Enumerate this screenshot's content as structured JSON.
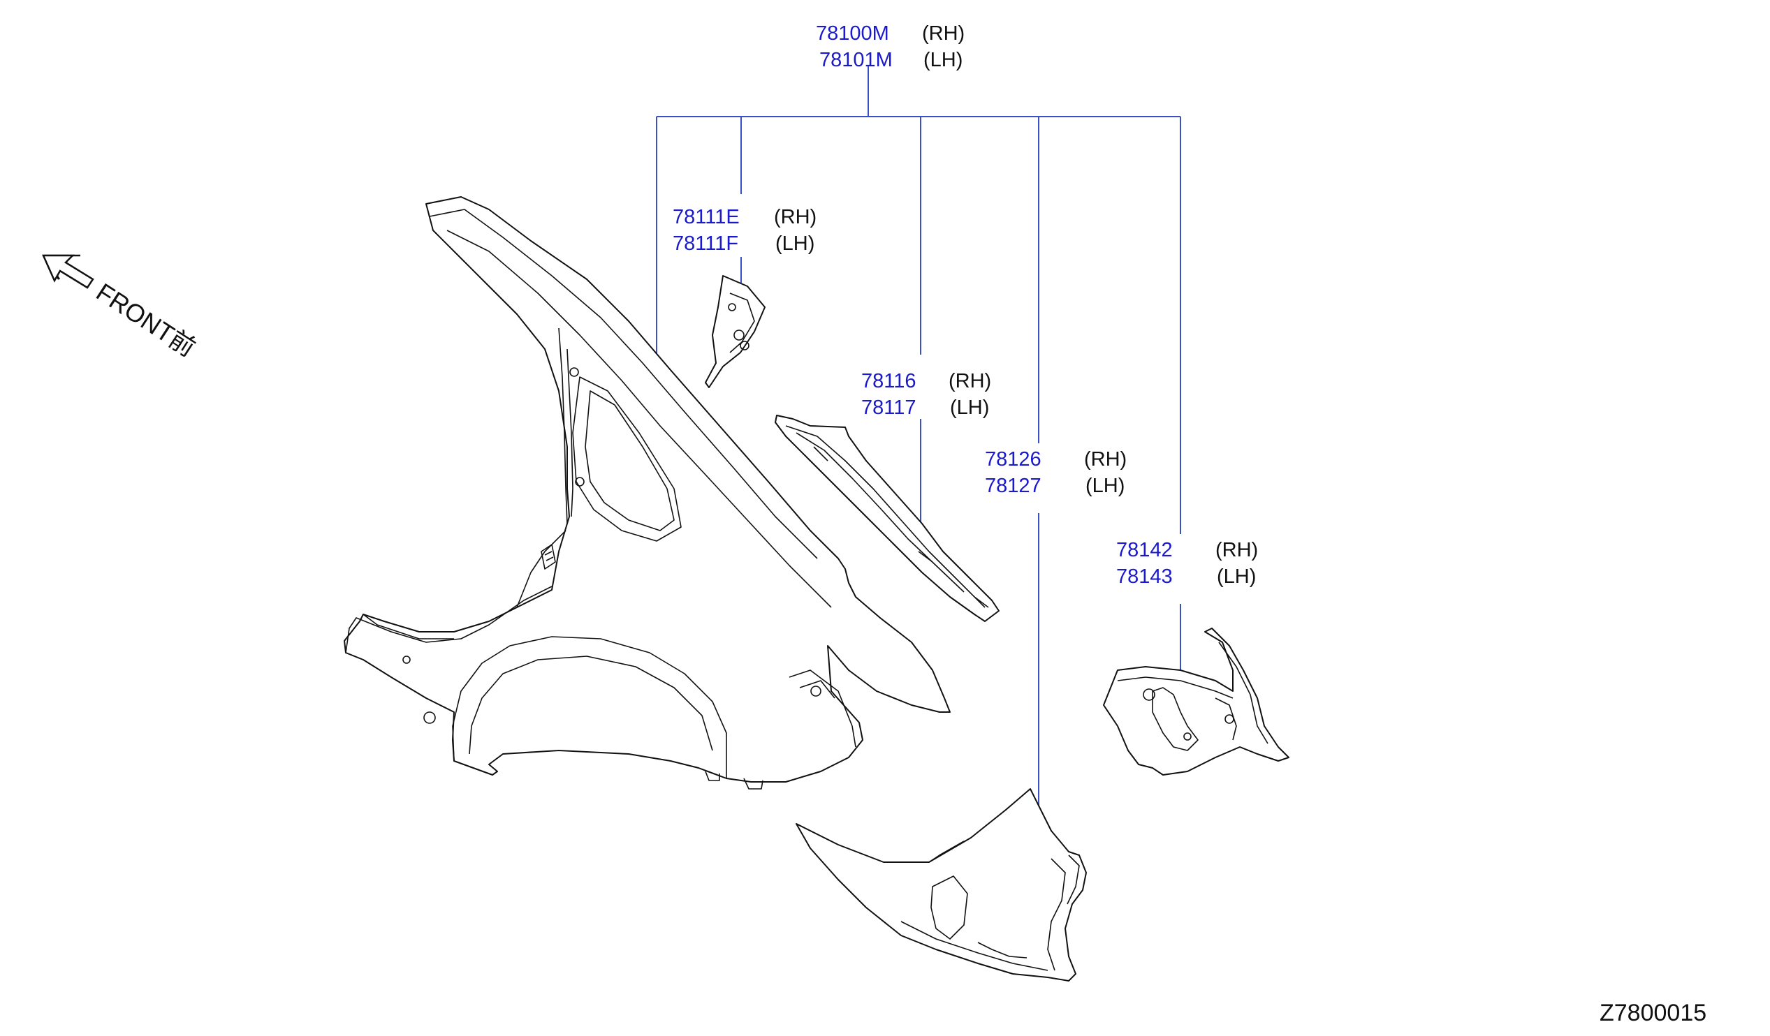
{
  "callouts": {
    "assembly": {
      "rh_part": "78100M",
      "rh_side": "(RH)",
      "lh_part": "78101M",
      "lh_side": "(LH)"
    },
    "bracket": {
      "rh_part": "78111E",
      "rh_side": "(RH)",
      "lh_part": "78111F",
      "lh_side": "(LH)"
    },
    "extension": {
      "rh_part": "78116",
      "rh_side": "(RH)",
      "lh_part": "78117",
      "lh_side": "(LH)"
    },
    "lower_panel": {
      "rh_part": "78126",
      "rh_side": "(RH)",
      "lh_part": "78127",
      "lh_side": "(LH)"
    },
    "rear_part": {
      "rh_part": "78142",
      "rh_side": "(RH)",
      "lh_part": "78143",
      "lh_side": "(LH)"
    }
  },
  "front_indicator": {
    "label": "FRONT前",
    "icon": "arrow-front-icon"
  },
  "diagram_code": "Z7800015",
  "colors": {
    "part_number": "#1a1acc",
    "leader_line": "#3b4fc4",
    "outline": "#111111"
  }
}
